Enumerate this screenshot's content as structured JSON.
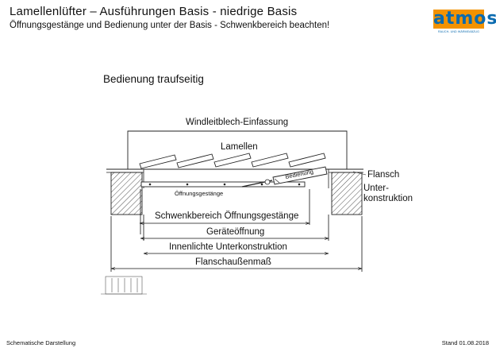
{
  "header": {
    "title": "Lamellenlüfter – Ausführungen Basis - niedrige Basis",
    "subtitle": "Öffnungsgestänge und Bedienung unter der Basis - Schwenkbereich beachten!"
  },
  "logo": {
    "text": "atmos",
    "tagline": "RAUCH- UND WÄRMEABZUG",
    "colors": {
      "background": "#f39200",
      "text": "#0b6bb0"
    }
  },
  "section_title": "Bedienung traufseitig",
  "diagram": {
    "labels": {
      "windleitblech": "Windleitblech-Einfassung",
      "lamellen": "Lamellen",
      "bedienung": "Bedienung",
      "flansch": "Flansch",
      "unterkonstruktion_1": "Unter-",
      "unterkonstruktion_2": "konstruktion",
      "oeffnungsgestaenge": "Öffnungsgestänge"
    },
    "dimensions": {
      "schwenkbereich": "Schwenkbereich Öffnungsgestänge",
      "geraeteoeffnung": "Geräteöffnung",
      "innenlichte": "Innenlichte Unterkonstruktion",
      "flanschaussenmass": "Flanschaußenmaß"
    },
    "lamella_count": 5
  },
  "footer": {
    "left": "Schematische Darstellung",
    "right": "Stand 01.08.2018"
  }
}
